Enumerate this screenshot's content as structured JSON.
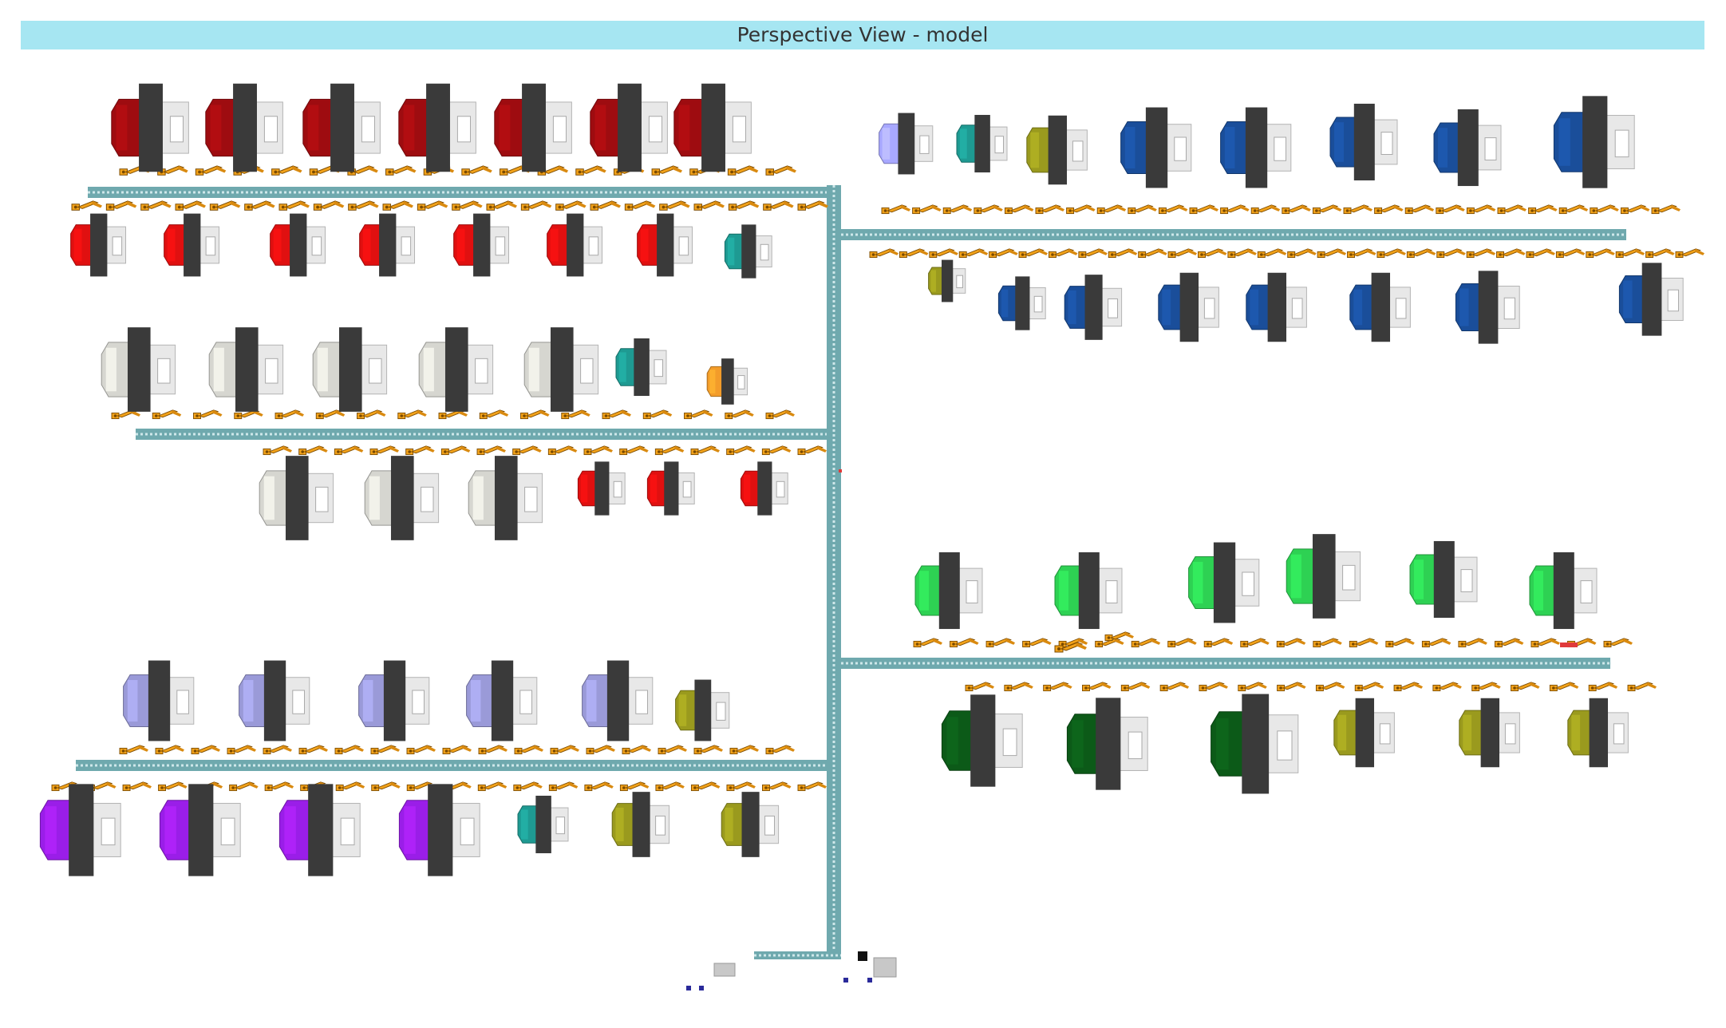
{
  "window": {
    "title": "Perspective View - model"
  },
  "colors": {
    "title_bar_bg": "#a6e6f2",
    "conveyor": "#6fa9ae",
    "conveyor_dots": "#cfe8ea",
    "machine_core": "#3a3a3a",
    "machine_face": "#e8e8e8",
    "robot": "#f2a21a",
    "dark_red": "#9e0c10",
    "red": "#e01010",
    "gray": "#d6d6d0",
    "teal": "#1e9a92",
    "orange": "#f39c2a",
    "periwinkle": "#9a9ad8",
    "purple": "#9a1ee8",
    "olive": "#9a9a1e",
    "blue": "#1a4e9a",
    "lavender": "#a8a8ff",
    "green": "#2ed153",
    "dark_green": "#0c5a18"
  },
  "legend_icons": [
    "machine-icon",
    "robot-arm-icon",
    "conveyor-icon"
  ],
  "machine_groups": [
    {
      "name": "zone-1-top-row",
      "colors": [
        "dark_red",
        "dark_red",
        "dark_red",
        "dark_red",
        "dark_red",
        "dark_red",
        "dark_red"
      ]
    },
    {
      "name": "zone-1-bottom-row",
      "colors": [
        "red",
        "red",
        "red",
        "red",
        "red",
        "red",
        "red",
        "teal"
      ]
    },
    {
      "name": "zone-2-top-row",
      "colors": [
        "gray",
        "gray",
        "gray",
        "gray",
        "gray",
        "teal",
        "orange"
      ]
    },
    {
      "name": "zone-2-bottom-row",
      "colors": [
        "gray",
        "gray",
        "gray",
        "red",
        "red",
        "red"
      ]
    },
    {
      "name": "zone-3-top-row",
      "colors": [
        "periwinkle",
        "periwinkle",
        "periwinkle",
        "periwinkle",
        "periwinkle",
        "olive"
      ]
    },
    {
      "name": "zone-3-bottom-row",
      "colors": [
        "purple",
        "purple",
        "purple",
        "purple",
        "teal",
        "olive",
        "olive"
      ]
    },
    {
      "name": "zone-4-top-row",
      "colors": [
        "lavender",
        "teal",
        "olive",
        "blue",
        "blue",
        "blue",
        "blue",
        "blue"
      ]
    },
    {
      "name": "zone-4-bottom-row",
      "colors": [
        "olive",
        "blue",
        "blue",
        "blue",
        "blue",
        "blue",
        "blue",
        "blue"
      ]
    },
    {
      "name": "zone-5-top-row",
      "colors": [
        "green",
        "green",
        "green",
        "green",
        "green",
        "green"
      ]
    },
    {
      "name": "zone-5-bottom-row",
      "colors": [
        "dark_green",
        "dark_green",
        "dark_green",
        "olive",
        "olive",
        "olive"
      ]
    }
  ]
}
